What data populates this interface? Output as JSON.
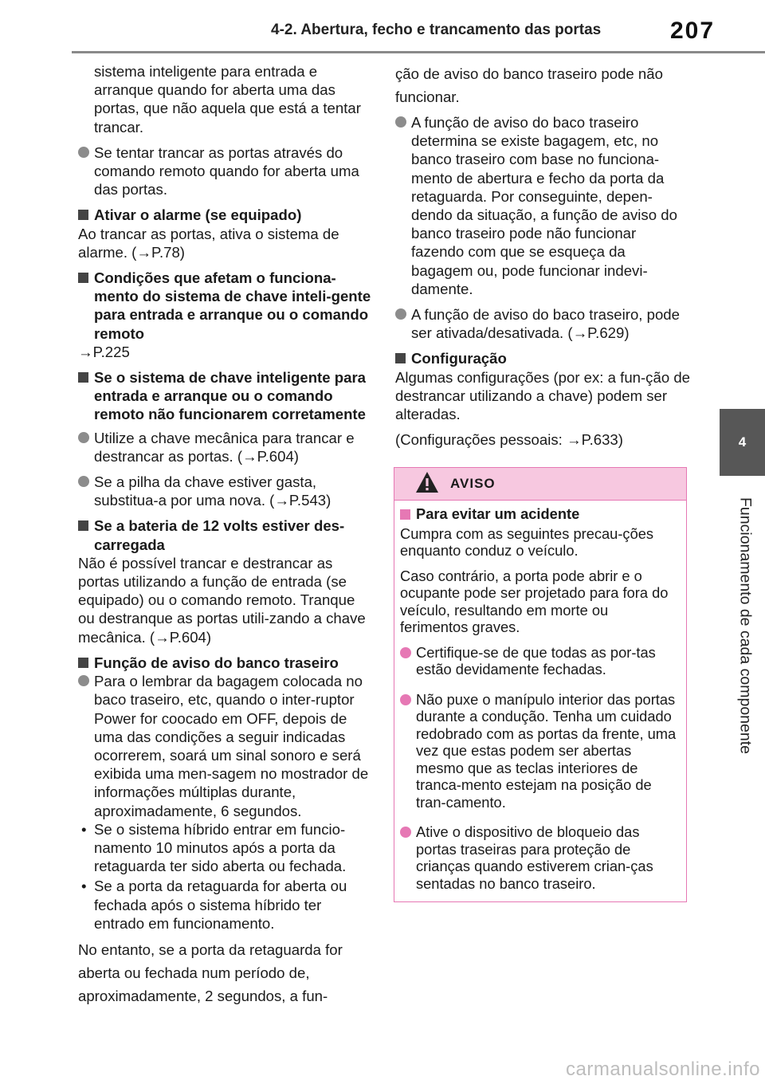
{
  "header": {
    "title": "4-2. Abertura, fecho e trancamento das portas",
    "page_number": "207"
  },
  "side_tab": {
    "number": "4",
    "label": "Funcionamento de cada componente"
  },
  "left_column": {
    "intro": "sistema inteligente para entrada e arranque quando for aberta uma das portas, que não aquela que está a tentar trancar.",
    "bullet_remote": "Se tentar trancar as portas através do comando remoto quando for aberta uma das portas.",
    "alarm": {
      "heading": "Ativar o alarme (se equipado)",
      "text": "Ao trancar as portas, ativa o sistema de alarme. (→P.78)"
    },
    "conditions": {
      "heading": "Condições que afetam o funciona-mento do sistema de chave inteli-gente para entrada e arranque ou o comando remoto",
      "text": "→P.225"
    },
    "malfunction": {
      "heading": "Se o sistema de chave inteligente para entrada e arranque ou o comando remoto não funcionarem corretamente",
      "bullets": [
        "Utilize a chave mecânica para trancar e destrancar as portas. (→P.604)",
        "Se a pilha da chave estiver gasta, substitua-a por uma nova. (→P.543)"
      ]
    },
    "battery": {
      "heading": "Se a bateria de 12 volts estiver des-carregada",
      "text": "Não é possível trancar e destrancar as portas utilizando a função de entrada (se equipado) ou o comando remoto. Tranque ou destranque as portas utili-zando a chave mecânica. (→P.604)"
    },
    "rear_seat": {
      "heading": "Função de aviso do banco traseiro",
      "bullet": "Para o lembrar da bagagem colocada no baco traseiro, etc, quando o inter-ruptor Power for coocado em OFF, depois de uma das condições a seguir indicadas ocorrerem, soará um sinal sonoro e será exibida uma men-sagem no mostrador de informações múltiplas durante, aproximadamente, 6 segundos.",
      "sub_items": [
        "Se o sistema híbrido entrar em funcio-namento 10 minutos após a porta da retaguarda ter sido aberta ou fechada.",
        "Se a porta da retaguarda for aberta ou fechada após o sistema híbrido ter entrado em funcionamento."
      ],
      "closing": "No entanto, se a porta da retaguarda for aberta ou fechada num período de, aproximadamente, 2 segundos, a fun-"
    }
  },
  "right_column": {
    "continuation": "ção de aviso do banco traseiro pode não funcionar.",
    "bullets": [
      "A função de aviso do baco traseiro determina se existe bagagem, etc, no banco traseiro com base no funciona-mento de abertura e fecho da porta da retaguarda. Por conseguinte, depen-dendo da situação, a função de aviso do banco traseiro pode não funcionar fazendo com que se esqueça da bagagem ou, pode funcionar indevi-damente.",
      "A função de aviso do baco traseiro, pode ser ativada/desativada. (→P.629)"
    ],
    "config": {
      "heading": "Configuração",
      "text": "Algumas configurações (por ex: a fun-ção de destrancar utilizando a chave) podem ser alteradas.",
      "text2": "(Configurações pessoais: →P.633)"
    }
  },
  "warning": {
    "title": "AVISO",
    "heading": "Para evitar um acidente",
    "para1": "Cumpra com as seguintes precau-ções enquanto conduz o veículo.",
    "para2": "Caso contrário, a porta pode abrir e o ocupante pode ser projetado para fora do veículo, resultando em morte ou ferimentos graves.",
    "bullets": [
      "Certifique-se de que todas as por-tas estão devidamente fechadas.",
      "Não puxe o manípulo interior das portas durante a condução. Tenha um cuidado redobrado com as portas da frente, uma vez que estas podem ser abertas mesmo que as teclas interiores de tranca-mento estejam na posição de tran-camento.",
      "Ative o dispositivo de bloqueio das portas traseiras para proteção de crianças quando estiverem crian-ças sentadas no banco traseiro."
    ]
  },
  "watermark": "carmanualsonline.info",
  "colors": {
    "accent_pink": "#e678b4",
    "warning_fill": "#f7c8e0",
    "tab_gray": "#575757"
  }
}
